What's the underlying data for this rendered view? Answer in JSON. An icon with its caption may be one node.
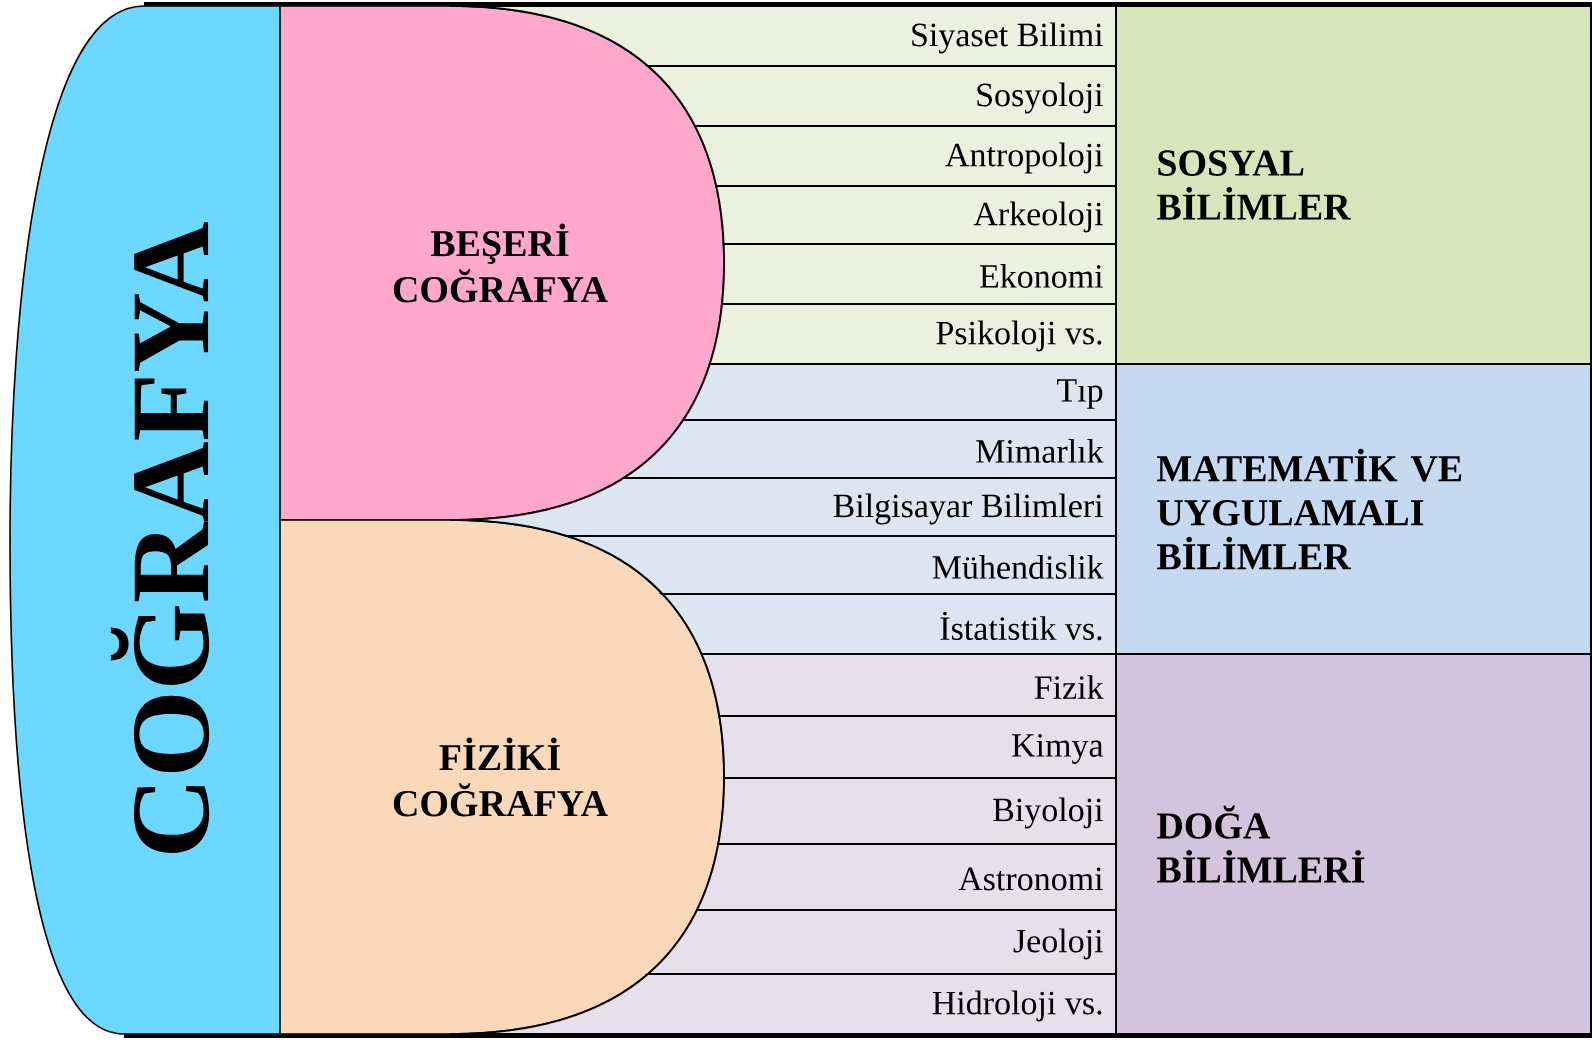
{
  "diagram": {
    "nodes": [
      {
        "text": [
          "COĞRAFYA"
        ]
      },
      {
        "text": [
          "BEŞERİ COĞRAFYA"
        ]
      },
      {
        "text": [
          "FİZİKİ COĞRAFYA"
        ]
      },
      {
        "text": [
          "Siyaset Bilimi"
        ]
      },
      {
        "text": [
          "Sosyoloji"
        ]
      },
      {
        "text": [
          "Antropoloji"
        ]
      },
      {
        "text": [
          "Arkeoloji"
        ]
      },
      {
        "text": [
          "Ekonomi"
        ]
      },
      {
        "text": [
          "Psikoloji vs."
        ]
      },
      {
        "text": [
          "Tıp"
        ]
      },
      {
        "text": [
          "Mimarlık"
        ]
      },
      {
        "text": [
          "Bilgisayar Bilimleri"
        ]
      },
      {
        "text": [
          "Mühendislik"
        ]
      },
      {
        "text": [
          "İstatistik vs."
        ]
      },
      {
        "text": [
          "Fizik"
        ]
      },
      {
        "text": [
          "Kimya"
        ]
      },
      {
        "text": [
          "Biyoloji"
        ]
      },
      {
        "text": [
          "Astronomi"
        ]
      },
      {
        "text": [
          "Jeoloji"
        ]
      },
      {
        "text": [
          "Hidroloji vs."
        ]
      },
      {
        "text": [
          "SOSYAL BİLİMLER"
        ]
      },
      {
        "text": [
          "MATEMATİK VE UYGULAMALI BİLİMLER"
        ]
      },
      {
        "text": [
          "DOĞA BİLİMLERİ"
        ]
      }
    ]
  }
}
